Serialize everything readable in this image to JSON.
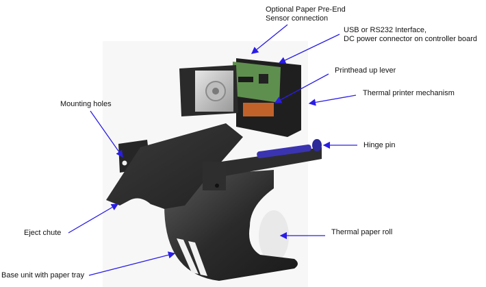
{
  "diagram": {
    "subject": "Thermal printer module with base unit",
    "arrow_color": "#2a1de6",
    "labels": [
      {
        "id": "pre-end-sensor",
        "line1": "Optional Paper Pre-End",
        "line2": "Sensor connection"
      },
      {
        "id": "interface",
        "line1": "USB or RS232 Interface,",
        "line2": "DC power connector on controller board"
      },
      {
        "id": "printhead-lever",
        "line1": "Printhead up lever"
      },
      {
        "id": "printer-mechanism",
        "line1": "Thermal printer mechanism"
      },
      {
        "id": "mounting-holes",
        "line1": "Mounting holes"
      },
      {
        "id": "hinge-pin",
        "line1": "Hinge pin"
      },
      {
        "id": "eject-chute",
        "line1": "Eject chute"
      },
      {
        "id": "paper-roll",
        "line1": "Thermal paper roll"
      },
      {
        "id": "base-unit",
        "line1": "Base unit with paper tray"
      }
    ]
  }
}
